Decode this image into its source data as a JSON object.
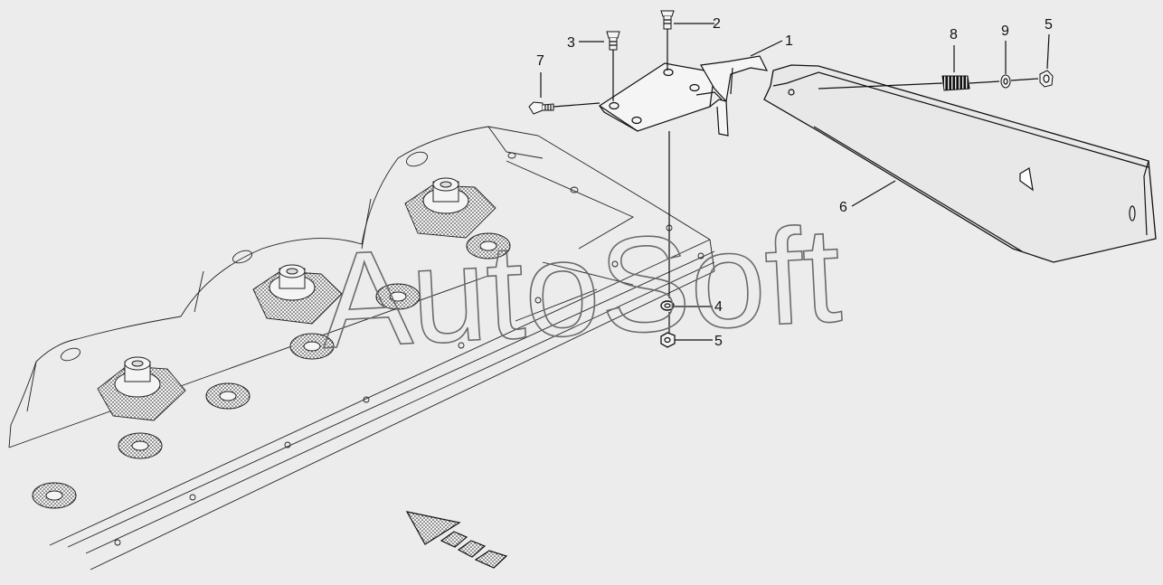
{
  "watermark": "AutoSoft",
  "callouts": [
    "1",
    "2",
    "3",
    "4",
    "5",
    "6",
    "7",
    "8",
    "9"
  ],
  "colors": {
    "background": "#ececec",
    "guard": "#e8e8e8",
    "line": "#111111",
    "watermark": "#6a6a6a"
  },
  "icons": {
    "direction": "travel-direction-arrow-icon"
  }
}
